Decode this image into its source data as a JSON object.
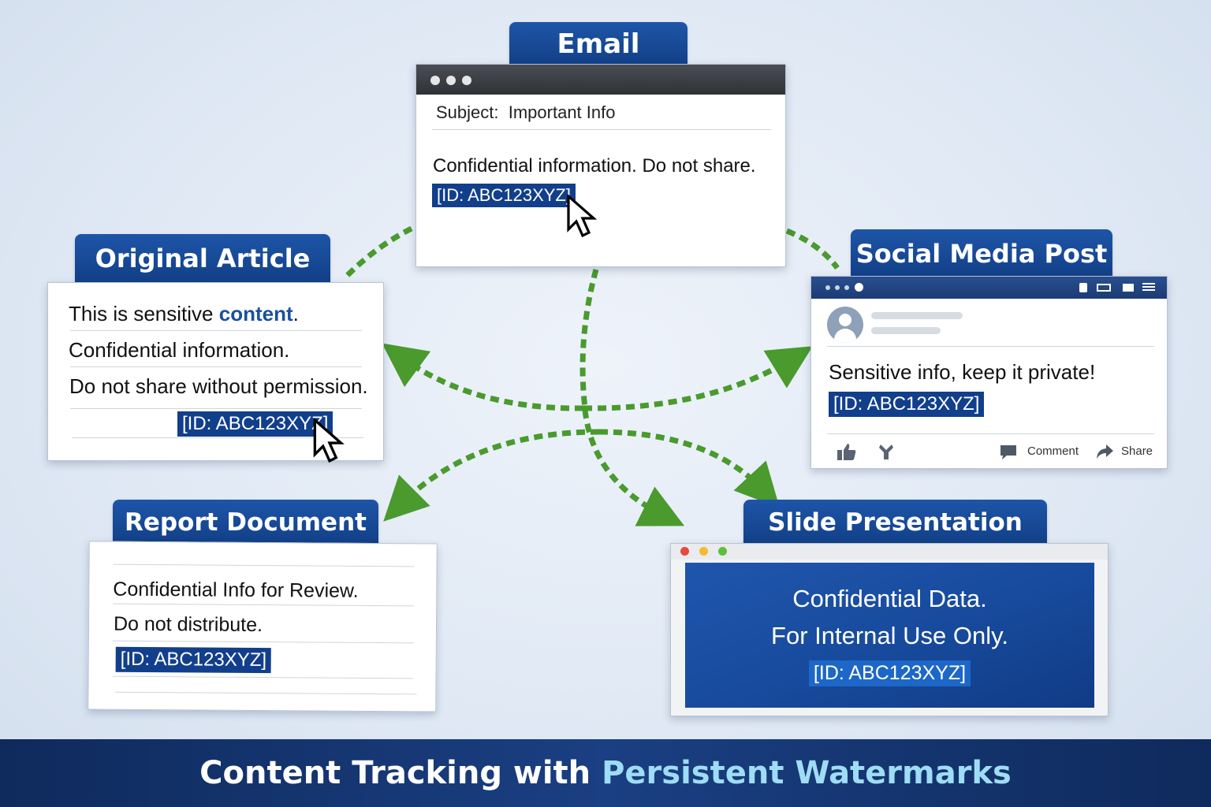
{
  "email": {
    "tab": "Email",
    "subject_label": "Subject:",
    "subject_value": "Important Info",
    "body": "Confidential information.  Do not share.",
    "id_tag": "[ID: ABC123XYZ]"
  },
  "original_article": {
    "tab": "Original Article",
    "line1_prefix": "This is sensitive ",
    "line1_highlight": "content",
    "line1_suffix": ".",
    "line2": "Confidential information.",
    "line3": "Do not share without permission.",
    "id_tag": "[ID: ABC123XYZ]"
  },
  "social_post": {
    "tab": "Social Media Post",
    "body": "Sensitive info, keep it private!",
    "id_tag": "[ID: ABC123XYZ]",
    "comment_label": "Comment",
    "share_label": "Share"
  },
  "report_document": {
    "tab": "Report Document",
    "line1": "Confidential Info for Review.",
    "line2": "Do not distribute.",
    "id_tag": "[ID: ABC123XYZ]"
  },
  "slide_presentation": {
    "tab": "Slide Presentation",
    "line1": "Confidential Data.",
    "line2": "For Internal Use Only.",
    "id_tag": "[ID: ABC123XYZ]"
  },
  "footer": {
    "title_part1": "Content Tracking with ",
    "title_part2": "Persistent Watermarks"
  },
  "colors": {
    "tab_blue": "#123f86",
    "id_blue": "#123f8c",
    "arrow_green": "#4a9a2e",
    "footer_accent": "#9fdcf5"
  }
}
